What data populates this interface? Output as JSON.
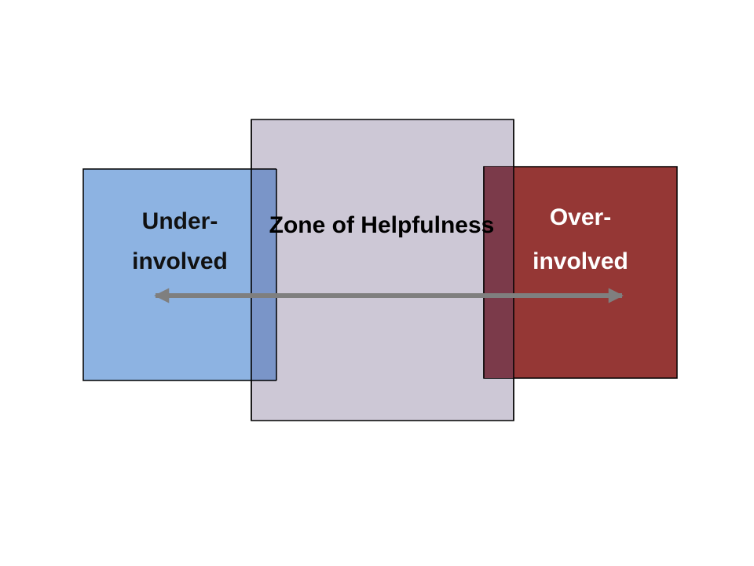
{
  "diagram": {
    "left_label_line1": "Under-",
    "left_label_line2": "involved",
    "center_label": "Zone of Helpfulness",
    "right_label_line1": "Over-",
    "right_label_line2": "involved"
  },
  "colors": {
    "under_box": "#8db3e2",
    "zone_box": "#cdc8d6",
    "over_box": "#953735",
    "arrow": "#7f7f7f",
    "overlap_left": "#7a95c8",
    "overlap_right": "#7b3a4a"
  }
}
